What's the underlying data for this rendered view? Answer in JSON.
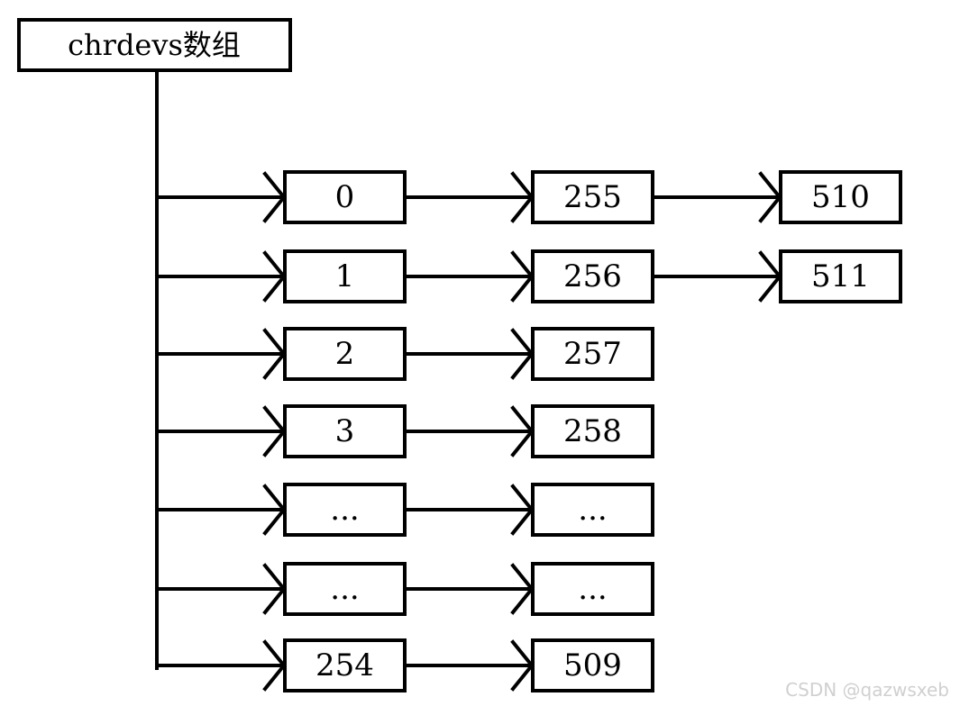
{
  "title": "chrdevs数组",
  "rows": [
    [
      "0",
      "255",
      "510"
    ],
    [
      "1",
      "256",
      "511"
    ],
    [
      "2",
      "257"
    ],
    [
      "3",
      "258"
    ],
    [
      "...",
      "..."
    ],
    [
      "...",
      "..."
    ],
    [
      "254",
      "509"
    ]
  ],
  "watermark": "CSDN @qazwsxeb"
}
